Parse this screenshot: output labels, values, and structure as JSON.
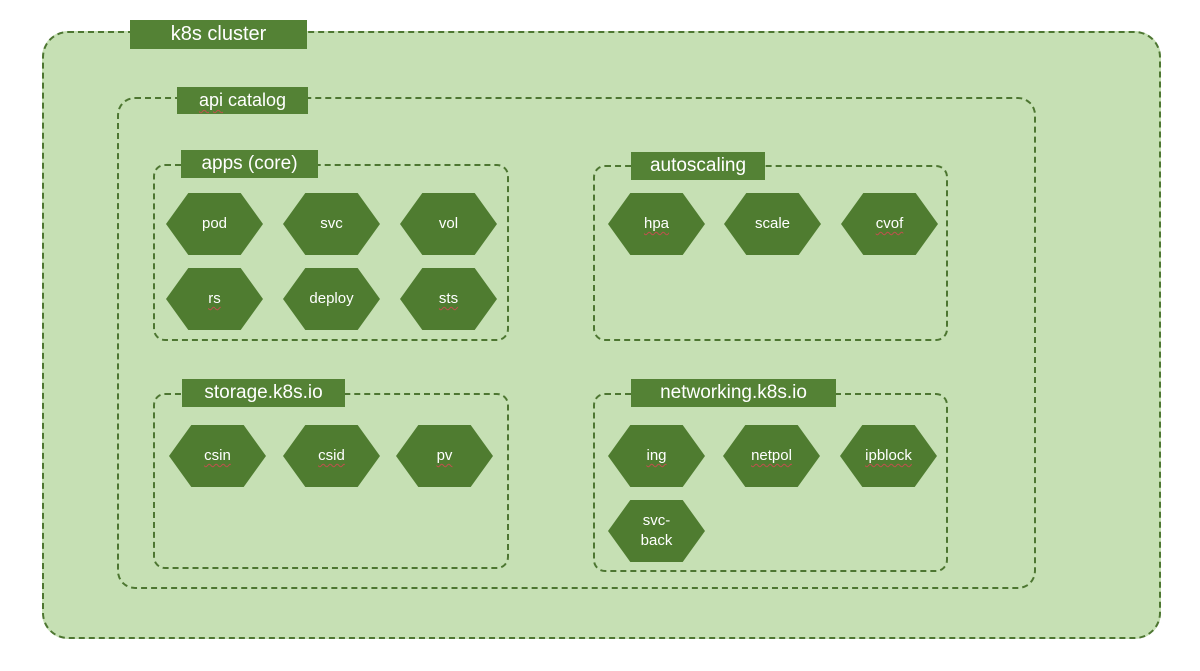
{
  "colors": {
    "page_bg": "#ffffff",
    "cluster_fill": "#c6e0b4",
    "box_green": "#548235",
    "hex_green": "#4f7c30",
    "dash_green": "#4d7631",
    "label_text": "#ffffff",
    "squiggle": "#c0504d"
  },
  "cluster": {
    "label": "k8s cluster"
  },
  "catalog": {
    "word1": "api",
    "word1_misspelled": true,
    "word2": "catalog"
  },
  "groups": [
    {
      "title": "apps (core)",
      "items": [
        {
          "label": "pod",
          "misspelled": false
        },
        {
          "label": "svc",
          "misspelled": false
        },
        {
          "label": "vol",
          "misspelled": false
        },
        {
          "label": "rs",
          "misspelled": true
        },
        {
          "label": "deploy",
          "misspelled": false
        },
        {
          "label": "sts",
          "misspelled": true
        }
      ]
    },
    {
      "title": "autoscaling",
      "items": [
        {
          "label": "hpa",
          "misspelled": true
        },
        {
          "label": "scale",
          "misspelled": false
        },
        {
          "label": "cvof",
          "misspelled": true
        }
      ]
    },
    {
      "title": "storage.k8s.io",
      "items": [
        {
          "label": "csin",
          "misspelled": true
        },
        {
          "label": "csid",
          "misspelled": true
        },
        {
          "label": "pv",
          "misspelled": true
        }
      ]
    },
    {
      "title": "networking.k8s.io",
      "items": [
        {
          "label": "ing",
          "misspelled": true
        },
        {
          "label": "netpol",
          "misspelled": true
        },
        {
          "label": "ipblock",
          "misspelled": true
        },
        {
          "label": "svc-back",
          "misspelled": false,
          "lines": [
            "svc-",
            "back"
          ]
        }
      ]
    }
  ]
}
